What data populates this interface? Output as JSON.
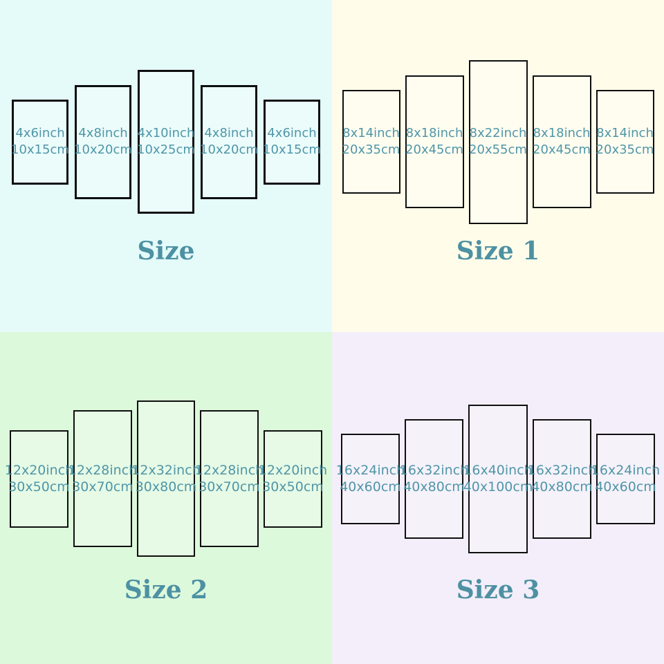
{
  "colors": {
    "panel_text": "#5096a8",
    "label_text": "#4d91a3",
    "panel_border": "#0e0e0e"
  },
  "quadrants": [
    {
      "label": "Size",
      "bg": "#e4fbfa",
      "panels": [
        {
          "inch": "4x6inch",
          "cm": "10x15cm"
        },
        {
          "inch": "4x8inch",
          "cm": "10x20cm"
        },
        {
          "inch": "4x10inch",
          "cm": "10x25cm"
        },
        {
          "inch": "4x8inch",
          "cm": "10x20cm"
        },
        {
          "inch": "4x6inch",
          "cm": "10x15cm"
        }
      ]
    },
    {
      "label": "Size 1",
      "bg": "#fffdea",
      "panels": [
        {
          "inch": "8x14inch",
          "cm": "20x35cm"
        },
        {
          "inch": "8x18inch",
          "cm": "20x45cm"
        },
        {
          "inch": "8x22inch",
          "cm": "20x55cm"
        },
        {
          "inch": "8x18inch",
          "cm": "20x45cm"
        },
        {
          "inch": "8x14inch",
          "cm": "20x35cm"
        }
      ]
    },
    {
      "label": "Size 2",
      "bg": "#ddf9db",
      "panels": [
        {
          "inch": "12x20inch",
          "cm": "30x50cm"
        },
        {
          "inch": "12x28inch",
          "cm": "30x70cm"
        },
        {
          "inch": "12x32inch",
          "cm": "30x80cm"
        },
        {
          "inch": "12x28inch",
          "cm": "30x70cm"
        },
        {
          "inch": "12x20inch",
          "cm": "30x50cm"
        }
      ]
    },
    {
      "label": "Size 3",
      "bg": "#f3eef9",
      "panels": [
        {
          "inch": "16x24inch",
          "cm": "40x60cm"
        },
        {
          "inch": "16x32inch",
          "cm": "40x80cm"
        },
        {
          "inch": "16x40inch",
          "cm": "40x100cm"
        },
        {
          "inch": "16x32inch",
          "cm": "40x80cm"
        },
        {
          "inch": "16x24inch",
          "cm": "40x60cm"
        }
      ]
    }
  ]
}
